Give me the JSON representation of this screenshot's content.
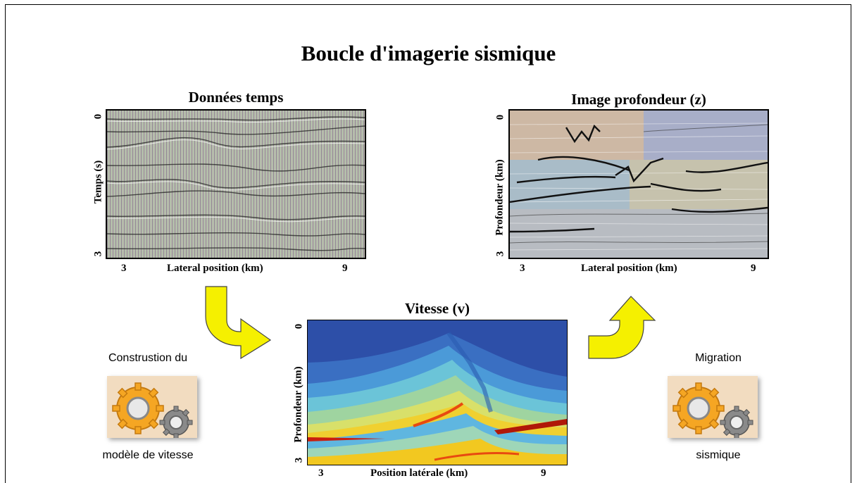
{
  "title": "Boucle d'imagerie sismique",
  "panels": {
    "time_data": {
      "title": "Données temps",
      "ylabel": "Temps (s)",
      "xlabel": "Lateral position (km)",
      "x_ticks": [
        "3",
        "9"
      ],
      "y_ticks": [
        "0",
        "3"
      ]
    },
    "depth_image": {
      "title": "Image profondeur (z)",
      "ylabel": "Profondeur (km)",
      "xlabel": "Lateral position (km)",
      "x_ticks": [
        "3",
        "9"
      ],
      "y_ticks": [
        "0",
        "3"
      ]
    },
    "velocity": {
      "title": "Vitesse (v)",
      "ylabel": "Profondeur (km)",
      "xlabel": "Position latérale (km)",
      "x_ticks": [
        "3",
        "9"
      ],
      "y_ticks": [
        "0",
        "3"
      ]
    }
  },
  "steps": {
    "velocity_model": {
      "top": "Construstion du",
      "bottom": "modèle de vitesse",
      "icon": "gears-icon"
    },
    "migration": {
      "top": "Migration",
      "bottom": "sismique",
      "icon": "gears-icon"
    }
  },
  "colors": {
    "arrow": "#f5f000",
    "gear_large": "#f5a623",
    "gear_small": "#8a8a8a",
    "gear_box": "#f2dcc0"
  }
}
